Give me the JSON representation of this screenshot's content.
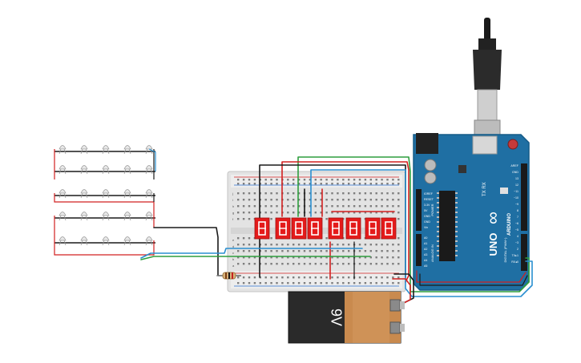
{
  "battery": {
    "label": "9V"
  },
  "arduino": {
    "brand": "ARDUINO",
    "model": "UNO",
    "logo_mark": "∞",
    "power_header_labels": [
      "IOREF",
      "RESET",
      "3.3V",
      "5V",
      "GND",
      "GND",
      "Vin"
    ],
    "power_label": "POWER",
    "analog_header_labels": [
      "A0",
      "A1",
      "A2",
      "A3",
      "A4",
      "A5"
    ],
    "analog_label": "ANALOG IN",
    "digital_header_labels": [
      "AREF",
      "GND",
      "13",
      "12",
      "~11",
      "~10",
      "~9",
      "8",
      "7",
      "~6",
      "~5",
      "4",
      "~3",
      "2",
      "TX▸1",
      "RX◂0"
    ],
    "digital_label": "DIGITAL (PWM~)"
  },
  "breadboard": {
    "row_letters": [
      "j",
      "i",
      "h",
      "g",
      "f",
      "e",
      "d",
      "c",
      "b",
      "a"
    ]
  },
  "colors": {
    "wire_red": "#d22020",
    "wire_black": "#1a1a1a",
    "wire_green": "#2e9e3e",
    "wire_blue": "#2a8fd0",
    "board_blue": "#1f6fa3",
    "segment_red": "#e41b1b",
    "battery_copper": "#c98a4e",
    "battery_black": "#2a2a2a"
  }
}
